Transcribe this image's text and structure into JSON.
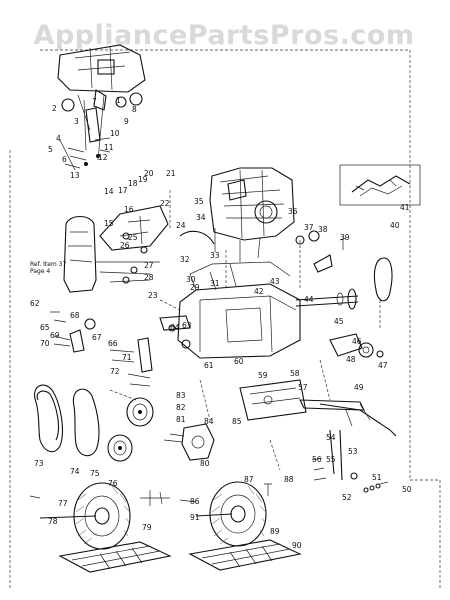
{
  "watermark": "AppliancePartsPros.com",
  "ref_note": {
    "line1": "Ref. Item 37",
    "line2": "Page 4"
  },
  "callouts": [
    "1",
    "2",
    "3",
    "4",
    "5",
    "6",
    "7",
    "8",
    "9",
    "10",
    "11",
    "12",
    "13",
    "14",
    "15",
    "16",
    "17",
    "18",
    "19",
    "20",
    "21",
    "22",
    "23",
    "24",
    "25",
    "26",
    "27",
    "28",
    "29",
    "30",
    "31",
    "32",
    "33",
    "34",
    "35",
    "36",
    "37",
    "38",
    "39",
    "40",
    "41",
    "42",
    "43",
    "44",
    "45",
    "46",
    "47",
    "48",
    "49",
    "50",
    "51",
    "52",
    "53",
    "54",
    "55",
    "56",
    "57",
    "58",
    "59",
    "60",
    "61",
    "62",
    "63",
    "64",
    "65",
    "66",
    "67",
    "68",
    "69",
    "70",
    "71",
    "72",
    "73",
    "74",
    "75",
    "76",
    "77",
    "78",
    "79",
    "80",
    "81",
    "82",
    "83",
    "84",
    "85",
    "86",
    "87",
    "88",
    "89",
    "90",
    "91"
  ]
}
